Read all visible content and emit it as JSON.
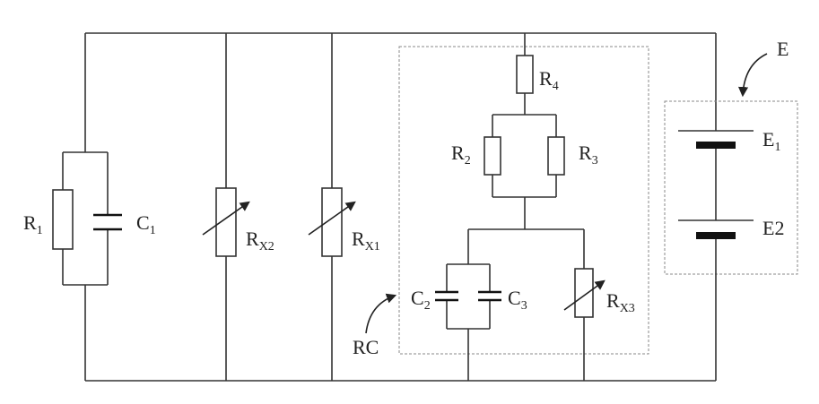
{
  "labels": {
    "r1": {
      "main": "R",
      "sub": "1"
    },
    "c1": {
      "main": "C",
      "sub": "1"
    },
    "rx2": {
      "main": "R",
      "sub": "X2"
    },
    "rx1": {
      "main": "R",
      "sub": "X1"
    },
    "r4": {
      "main": "R",
      "sub": "4"
    },
    "r2": {
      "main": "R",
      "sub": "2"
    },
    "r3": {
      "main": "R",
      "sub": "3"
    },
    "c2": {
      "main": "C",
      "sub": "2"
    },
    "c3": {
      "main": "C",
      "sub": "3"
    },
    "rx3": {
      "main": "R",
      "sub": "X3"
    },
    "e1": {
      "main": "E",
      "sub": "1"
    },
    "e2": {
      "main": "E2"
    },
    "e": "E",
    "rc": "RC"
  }
}
